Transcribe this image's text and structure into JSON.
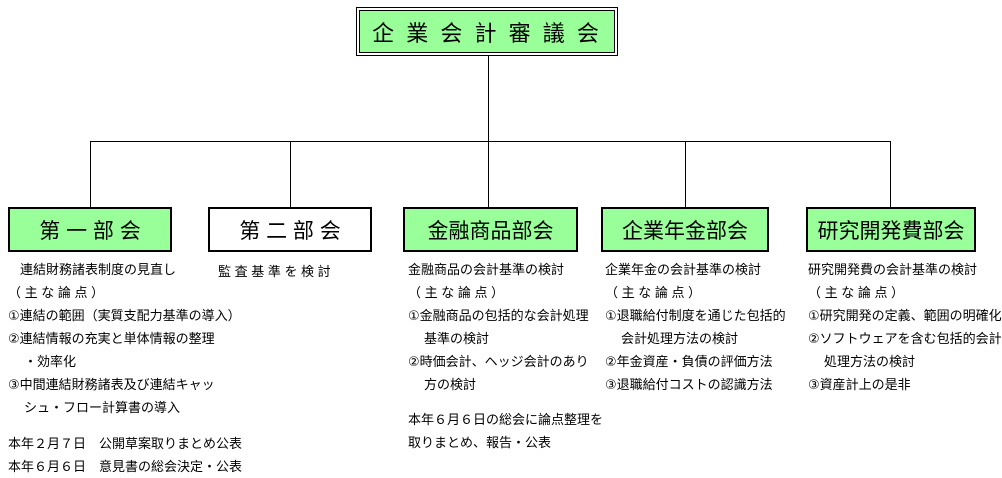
{
  "root": {
    "label": "企 業 会 計 審 議 会"
  },
  "boxes": [
    {
      "label": "第 一 部 会"
    },
    {
      "label": "第 二 部 会"
    },
    {
      "label": "金融商品部会"
    },
    {
      "label": "企業年金部会"
    },
    {
      "label": "研究開発費部会"
    }
  ],
  "columns": [
    {
      "lines": [
        "連結財務諸表制度の見直し",
        "（ 主 な 論 点 ）",
        "①連結の範囲（実質支配力基準の導入）",
        "②連結情報の充実と単体情報の整理",
        "・効率化",
        "③中間連結財務諸表及び連結キャッ",
        "シュ・フロー計算書の導入"
      ],
      "footer": [
        "本年２月７日　公開草案取りまとめ公表",
        "本年６月６日　意見書の総会決定・公表"
      ]
    },
    {
      "lines": [
        "監 査 基 準 を 検 討"
      ],
      "footer": []
    },
    {
      "lines": [
        "金融商品の会計基準の検討",
        "（ 主 な 論 点 ）",
        "①金融商品の包括的な会計処理",
        "基準の検討",
        "②時価会計、ヘッジ会計のあり",
        "方の検討"
      ],
      "footer": [
        "本年６月６日の総会に論点整理を",
        "取りまとめ、報告・公表"
      ]
    },
    {
      "lines": [
        "企業年金の会計基準の検討",
        "（ 主 な 論 点 ）",
        "①退職給付制度を通じた包括的",
        "会計処理方法の検討",
        "②年金資産・負債の評価方法",
        "③退職給付コストの認識方法"
      ],
      "footer": []
    },
    {
      "lines": [
        "研究開発費の会計基準の検討",
        "（ 主 な 論 点 ）",
        "①研究開発の定義、範囲の明確化",
        "②ソフトウェアを含む包括的会計",
        "処理方法の検討",
        "③資産計上の是非"
      ],
      "footer": []
    }
  ],
  "colors": {
    "box_fill": "#99ff99",
    "box2_fill": "#ffffff",
    "line": "#000000",
    "background": "#ffffff"
  }
}
